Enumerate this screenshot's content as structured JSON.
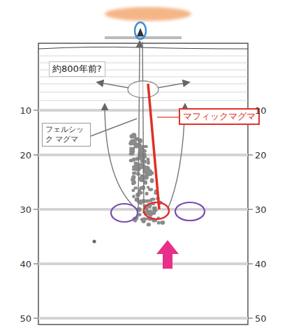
{
  "diagram": {
    "nodes": [
      {
        "text": [
          "約800年前?"
        ]
      },
      {
        "text": [
          "フェルシック マグマ"
        ]
      },
      {
        "text": [
          "マフィックマグマ"
        ]
      }
    ],
    "labels": [
      "10",
      "20",
      "30",
      "40",
      "50",
      "10",
      "20",
      "30",
      "40",
      "50"
    ]
  }
}
